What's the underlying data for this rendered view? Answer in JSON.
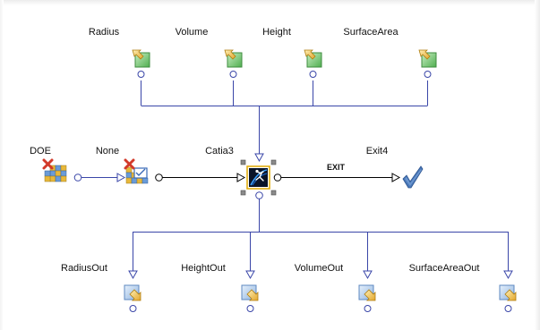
{
  "workflow": {
    "nodes": {
      "radius": {
        "label": "Radius"
      },
      "volume": {
        "label": "Volume"
      },
      "height": {
        "label": "Height"
      },
      "surface_area": {
        "label": "SurfaceArea"
      },
      "doe": {
        "label": "DOE"
      },
      "none": {
        "label": "None"
      },
      "catia3": {
        "label": "Catia3"
      },
      "exit4": {
        "label": "Exit4"
      },
      "radius_out": {
        "label": "RadiusOut"
      },
      "height_out": {
        "label": "HeightOut"
      },
      "volume_out": {
        "label": "VolumeOut"
      },
      "surface_area_out": {
        "label": "SurfaceAreaOut"
      }
    },
    "connections": {
      "exit_label": "EXIT"
    }
  },
  "colors": {
    "data_line": "#3a46a8",
    "control_line": "#000000",
    "input_fill": "#6cc46c",
    "output_fill": "#a9c9ec",
    "arrow_yellow": "#e8b83a",
    "error_red": "#d23a2a",
    "exit_blue": "#4a78b8",
    "selection_gold": "#e0a800"
  },
  "icons": {
    "input_parameter": "input-parameter-icon",
    "output_parameter": "output-parameter-icon",
    "doe_driver": "doe-driver-icon",
    "optimizer": "optimizer-icon",
    "catia_component": "catia-component-icon",
    "exit": "exit-checkmark-icon"
  }
}
